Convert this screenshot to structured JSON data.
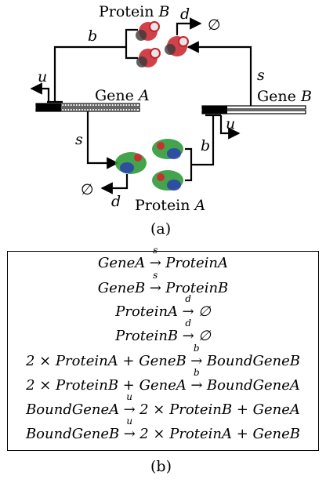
{
  "panel_a": {
    "protein_b_word": "Protein",
    "protein_b_var": "B",
    "protein_a_word": "Protein",
    "protein_a_var": "A",
    "gene_a_word": "Gene",
    "gene_a_var": "A",
    "gene_b_word": "Gene",
    "gene_b_var": "B",
    "edge_b_top": "b",
    "edge_d_top": "d",
    "empty_top": "∅",
    "edge_u_left": "u",
    "edge_s_right": "s",
    "edge_s_left": "s",
    "edge_u_right": "u",
    "edge_b_bottom": "b",
    "empty_bottom": "∅",
    "edge_d_bottom": "d",
    "caption": "(a)"
  },
  "panel_b": {
    "caption": "(b)",
    "reactions": [
      {
        "lhs": "GeneA",
        "rate": "s",
        "rhs": "ProteinA"
      },
      {
        "lhs": "GeneB",
        "rate": "s",
        "rhs": "ProteinB"
      },
      {
        "lhs": "ProteinA",
        "rate": "d",
        "rhs": "∅"
      },
      {
        "lhs": "ProteinB",
        "rate": "d",
        "rhs": "∅"
      },
      {
        "lhs": "2 × ProteinA + GeneB",
        "rate": "b",
        "rhs": "BoundGeneB"
      },
      {
        "lhs": "2 × ProteinB + GeneA",
        "rate": "b",
        "rhs": "BoundGeneA"
      },
      {
        "lhs": "BoundGeneA",
        "rate": "u",
        "rhs": "2 × ProteinB + GeneA"
      },
      {
        "lhs": "BoundGeneB",
        "rate": "u",
        "rhs": "2 × ProteinA + GeneB"
      }
    ]
  },
  "colors": {
    "line": "#000000",
    "protein_b_red": "#c8202a",
    "protein_b_dark": "#3a3a3a",
    "protein_a_green": "#2f9a3a",
    "protein_a_blue": "#2a3fb0",
    "protein_a_red": "#c83030"
  }
}
